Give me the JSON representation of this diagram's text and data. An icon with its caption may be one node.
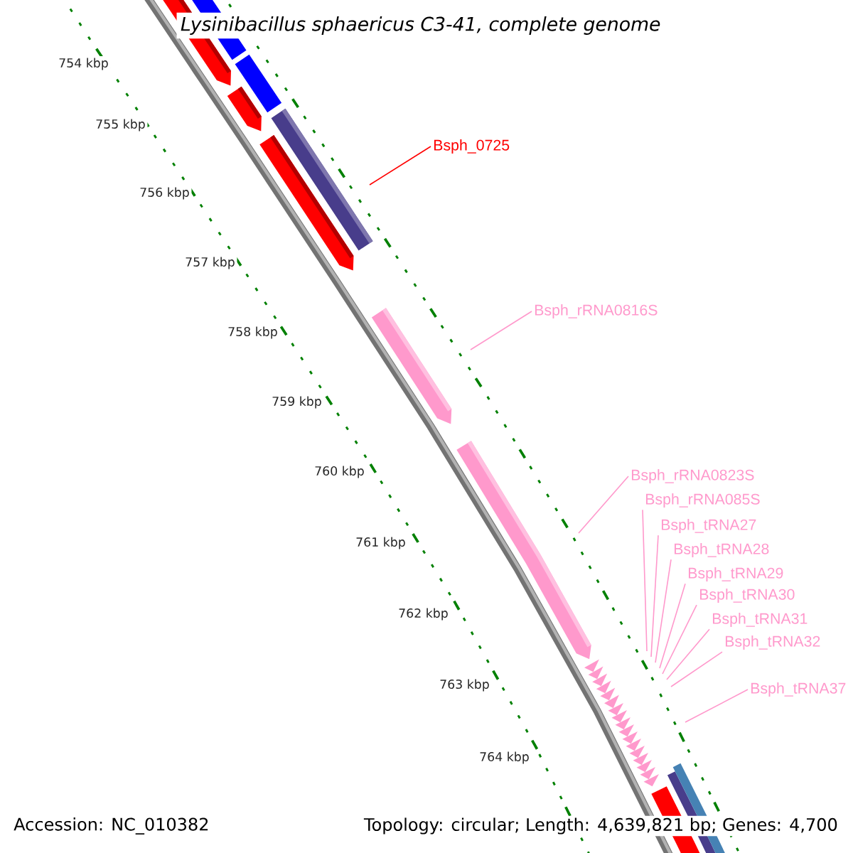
{
  "diagram": {
    "title": "Lysinibacillus sphaericus C3-41, complete genome",
    "nodes": [
      {
        "text": [
          "Bsph_0725"
        ]
      },
      {
        "text": [
          "Bsph_rRNA0816S"
        ]
      },
      {
        "text": [
          "Bsph_rRNA0823S"
        ]
      },
      {
        "text": [
          "Bsph_rRNA085S"
        ]
      },
      {
        "text": [
          "Bsph_tRNA27"
        ]
      },
      {
        "text": [
          "Bsph_tRNA28"
        ]
      },
      {
        "text": [
          "Bsph_tRNA29"
        ]
      },
      {
        "text": [
          "Bsph_tRNA30"
        ]
      },
      {
        "text": [
          "Bsph_tRNA31"
        ]
      },
      {
        "text": [
          "Bsph_tRNA32"
        ]
      },
      {
        "text": [
          "Bsph_tRNA37"
        ]
      }
    ],
    "edges": [
      {
        "from": 0,
        "to": null,
        "arrow": "none",
        "color": "#ff0000"
      },
      {
        "from": 1,
        "to": null,
        "arrow": "none"
      },
      {
        "from": 2,
        "to": null,
        "arrow": "none"
      },
      {
        "from": 3,
        "to": null,
        "arrow": "none"
      },
      {
        "from": 4,
        "to": null,
        "arrow": "none"
      },
      {
        "from": 5,
        "to": null,
        "arrow": "none"
      },
      {
        "from": 6,
        "to": null,
        "arrow": "none"
      },
      {
        "from": 7,
        "to": null,
        "arrow": "none"
      },
      {
        "from": 8,
        "to": null,
        "arrow": "none"
      },
      {
        "from": 9,
        "to": null,
        "arrow": "none"
      },
      {
        "from": 10,
        "to": null,
        "arrow": "none"
      }
    ],
    "labels": [
      "754 kbp",
      "755 kbp",
      "756 kbp",
      "757 kbp",
      "758 kbp",
      "759 kbp",
      "760 kbp",
      "761 kbp",
      "762 kbp",
      "763 kbp",
      "764 kbp",
      "Accession: NC_010382",
      "Topology: circular; Length: 4,639,821 bp; Genes: 4,700"
    ]
  }
}
